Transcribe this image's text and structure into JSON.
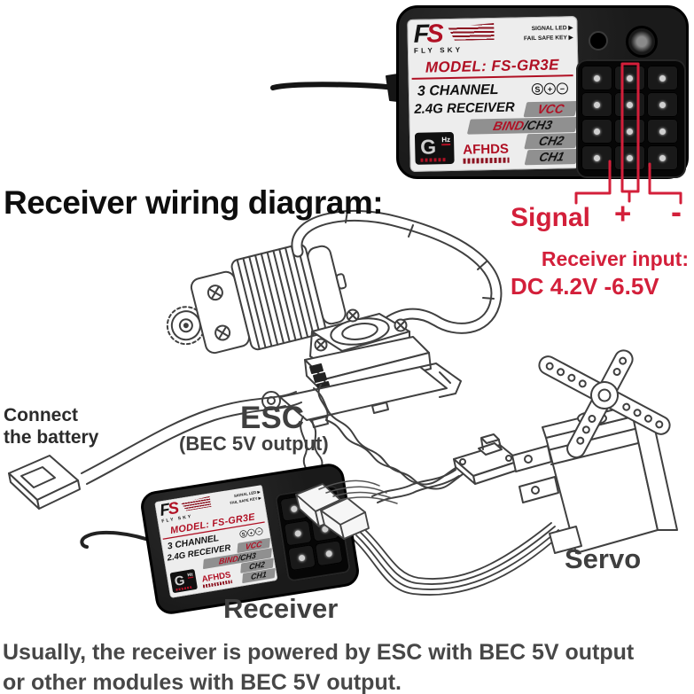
{
  "colors": {
    "accent_red": "#d31f3a",
    "label_red": "#b01024",
    "line": "#404040"
  },
  "title": "Receiver wiring diagram:",
  "pin_callouts": {
    "signal": "Signal",
    "plus": "+",
    "minus": "-"
  },
  "receiver_input": {
    "line1": "Receiver input:",
    "line2": "DC 4.2V -6.5V"
  },
  "device": {
    "logo_f": "F",
    "logo_s": "S",
    "logo_sub": "FLY SKY",
    "signal_led": "SIGNAL LED ▶",
    "fail_safe_key": "FAIL SAFE KEY ▶",
    "model": "MODEL: FS-GR3E",
    "channels": "3 CHANNEL",
    "band": "2.4G RECEIVER",
    "sym_s": "S",
    "sym_plus": "+",
    "sym_minus": "−",
    "pin_vcc": "VCC",
    "pin_bind": "BIND",
    "pin_bind_suffix": "/CH3",
    "pin_ch2": "CH2",
    "pin_ch1": "CH1",
    "protocol": "AFHDS",
    "ghz_g": "G",
    "ghz_hz": "Hz"
  },
  "labels": {
    "battery_line1": "Connect",
    "battery_line2": "the battery",
    "esc": "ESC",
    "esc_sub": "(BEC 5V output)",
    "servo": "Servo",
    "receiver": "Receiver"
  },
  "footer": {
    "line1": "Usually, the receiver is powered by ESC with BEC 5V output",
    "line2": "or other modules with BEC 5V output."
  }
}
